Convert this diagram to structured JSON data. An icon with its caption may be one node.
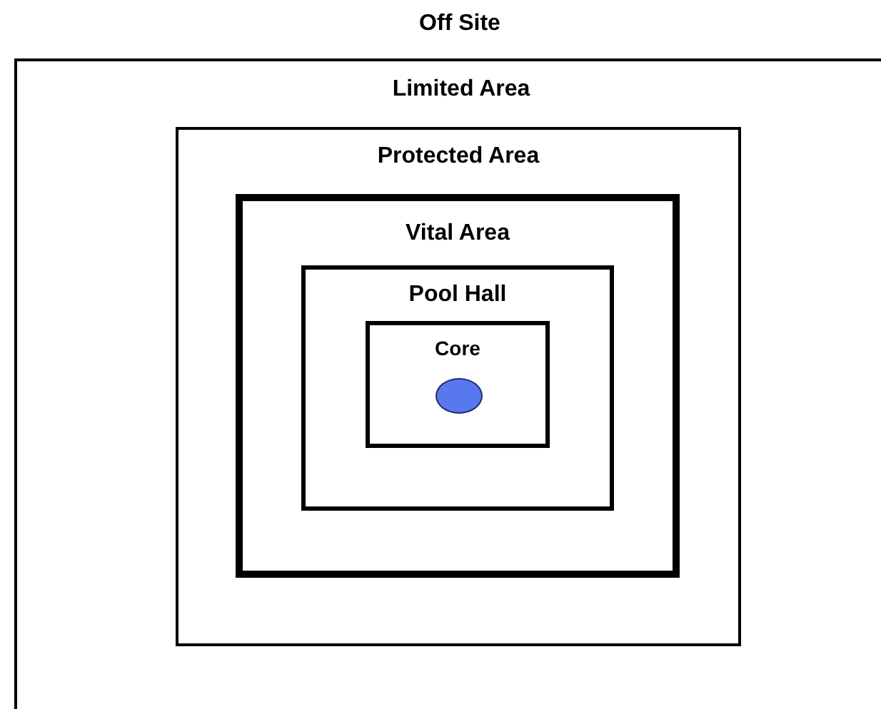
{
  "diagram": {
    "nodes": [
      {
        "text": [
          "Limited Area"
        ]
      },
      {
        "text": [
          "Protected Area"
        ],
        "in": 0
      },
      {
        "text": [
          "Vital Area"
        ],
        "in": 1
      },
      {
        "text": [
          "Pool Hall"
        ],
        "in": 2
      },
      {
        "text": [
          "Core"
        ],
        "in": 3
      },
      {
        "text": [],
        "shape": "circle",
        "in": 4
      }
    ],
    "labels": [
      "Off Site"
    ]
  }
}
